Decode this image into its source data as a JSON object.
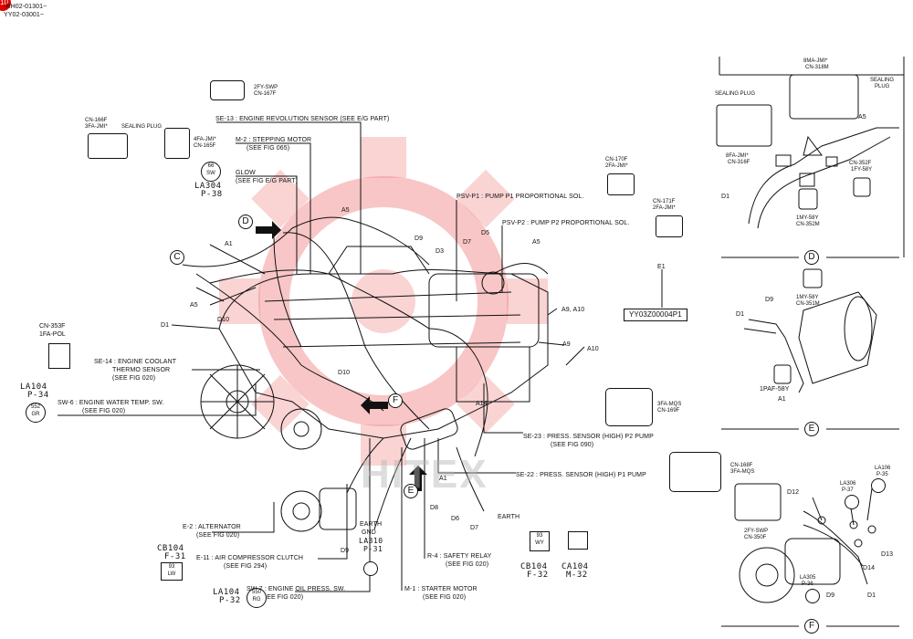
{
  "header": {
    "line1": "-RH02-01301~",
    "line2": "YY02-03001~",
    "badge": "10"
  },
  "watermark": "HITEX",
  "icons": {
    "watermark": "gear-logo-icon",
    "arrow": "direction-arrow-icon"
  },
  "colors": {
    "watermark_red": "#f08080",
    "line": "#111111",
    "badge_red": "#e00000"
  },
  "labels": {
    "se13": "SE-13 : ENGINE REVOLUTION SENSOR (SEE E/G PART)",
    "m2a": "M-2 : STEPPING MOTOR",
    "m2b": "(SEE FIG 065)",
    "glow_a": "GLOW",
    "glow_b": "(SEE FIG E/G PART)",
    "psv1": "PSV-P1 : PUMP P1 PROPORTIONAL SOL.",
    "psv2": "PSV-P2 : PUMP P2 PROPORTIONAL SOL.",
    "se14a": "SE-14 : ENGINE COOLANT",
    "se14b": "THERMO SENSOR",
    "se14c": "(SEE FIG 020)",
    "sw6a": "SW-6 : ENGINE WATER TEMP. SW.",
    "sw6b": "(SEE FIG 020)",
    "se23a": "SE-23 : PRESS. SENSOR (HIGH) P2 PUMP",
    "se23b": "(SEE FIG 090)",
    "se22": "SE-22 : PRESS. SENSOR (HIGH) P1 PUMP",
    "e2a": "E-2 : ALTERNATOR",
    "e2b": "(SEE FIG 020)",
    "e11a": "E-11 : AIR COMPRESSOR CLUTCH",
    "e11b": "(SEE FIG 294)",
    "sw7a": "SW-7 : ENGINE OIL PRESS. SW.",
    "sw7b": "(SEE FIG 020)",
    "r4a": "R-4 : SAFETY RELAY",
    "r4b": "(SEE FIG 020)",
    "m1a": "M-1 : STARTER MOTOR",
    "m1b": "(SEE FIG 020)",
    "earth_gnd_a": "EARTH",
    "earth_gnd_b": "GND",
    "earth": "EARTH",
    "part_no": "YY03Z00004P1"
  },
  "callouts": {
    "a1": "A1",
    "a5": "A5",
    "d1": "D1",
    "d10": "D10",
    "d9": "D9",
    "d3": "D3",
    "d7": "D7",
    "d5": "D5",
    "a9a10": "A9, A10",
    "a9": "A9",
    "a10": "A10",
    "a14": "A14",
    "e1": "E1",
    "d8": "D8",
    "d6": "D6",
    "d12": "D12",
    "d13": "D13",
    "d14": "D14",
    "a1d": "A1",
    "d1d": "D1"
  },
  "connectors": {
    "cn167f_a": "2FY-SWP",
    "cn167f_b": "CN-167F",
    "cn166f_a": "CN-166F",
    "cn166f_b": "3FA-JMI*",
    "sealing_plug": "SEALING PLUG",
    "cn165f_a": "4FA-JMI*",
    "cn165f_b": "CN-165F",
    "cn170f_a": "CN-170F",
    "cn170f_b": "2FA-JMI*",
    "cn171f_a": "CN-171F",
    "cn171f_b": "2FA-JMI*",
    "cn353f_a": "CN-353F",
    "cn353f_b": "1FA-POL",
    "cn169f_a": "3FA-MQS",
    "cn169f_b": "CN-169F",
    "cn168f_a": "CN-168F",
    "cn168f_b": "3FA-MQS"
  },
  "codes": {
    "la304_a": "LA304",
    "la304_b": "P-38",
    "la104_a": "LA104",
    "la104_b": "P-34",
    "cb104_a": "CB104",
    "cb104_b": "F-31",
    "la104b_a": "LA104",
    "la104b_b": "P-32",
    "la310_a": "LA310",
    "la310_b": "P-31",
    "cb104b_a": "CB104",
    "cb104b_b": "F-32",
    "ca104_a": "CA104",
    "ca104_b": "M-32"
  },
  "circles": {
    "sw": "66\nSW",
    "gr": "552\nGR",
    "rg": "550\nRG",
    "lw": "93\nLW",
    "wy": "93\nWY"
  },
  "panel_d": {
    "cn318m_a": "8MA-JMI*",
    "cn318m_b": "CN-318M",
    "sealing_plug_a": "SEALING PLUG",
    "sealing_plug_b": "SEALING",
    "sealing_plug_c": "PLUG",
    "cn316f_a": "8FA-JMI*",
    "cn316f_b": "CN-316F",
    "cn352f_a": "CN-352F",
    "cn352f_b": "1FY-58Y",
    "cn352m_a": "1MY-58Y",
    "cn352m_b": "CN-352M",
    "a5": "A5",
    "d1": "D1",
    "title": "D"
  },
  "panel_e": {
    "cn351m_a": "1MY-58Y",
    "cn351m_b": "CN-351M",
    "d9": "D9",
    "d1": "D1",
    "a1": "A1",
    "paf": "1PAF-58Y",
    "title": "E"
  },
  "panel_f": {
    "la106_a": "LA106",
    "la106_b": "P-35",
    "la306_a": "LA306",
    "la306_b": "P-37",
    "cn350f_a": "2FY-SWP",
    "cn350f_b": "CN-350F",
    "la305_a": "LA305",
    "la305_b": "P-36",
    "d12": "D12",
    "d13": "D13",
    "d14": "D14",
    "d9": "D9",
    "d1": "D1",
    "title": "F"
  },
  "markers": {
    "c": "C",
    "d": "D",
    "f": "F",
    "e": "E"
  }
}
